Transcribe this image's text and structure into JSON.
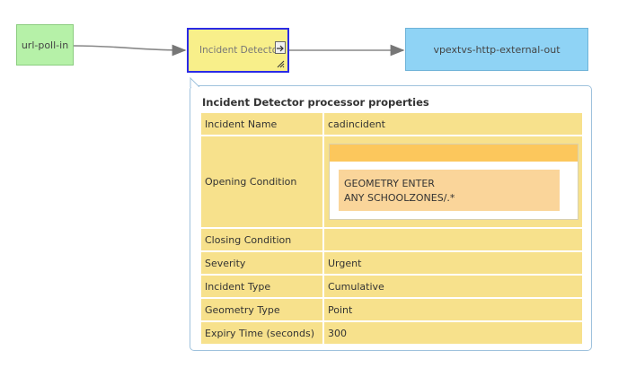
{
  "nodes": {
    "source": {
      "label": "url-poll-in",
      "color": "#b6f1a8"
    },
    "processor": {
      "label": "Incident Detector",
      "color": "#f8ef8a",
      "border": "#2a2ae6"
    },
    "sink": {
      "label": "vpextvs-http-external-out",
      "color": "#8fd3f5"
    }
  },
  "panel": {
    "title": "Incident Detector processor properties",
    "properties": [
      {
        "key": "Incident Name",
        "value": "cadincident"
      },
      {
        "key": "Opening Condition",
        "value_lines": [
          "GEOMETRY ENTER",
          "ANY SCHOOLZONES/.*"
        ]
      },
      {
        "key": "Closing Condition",
        "value": ""
      },
      {
        "key": "Severity",
        "value": "Urgent"
      },
      {
        "key": "Incident Type",
        "value": "Cumulative"
      },
      {
        "key": "Geometry Type",
        "value": "Point"
      },
      {
        "key": "Expiry Time (seconds)",
        "value": "300"
      }
    ]
  },
  "colors": {
    "row_bg": "#f7e18c",
    "condition_header": "#fcc75c",
    "condition_expression": "#fad59a",
    "panel_border": "#9fc2dd",
    "edge": "#777777"
  }
}
